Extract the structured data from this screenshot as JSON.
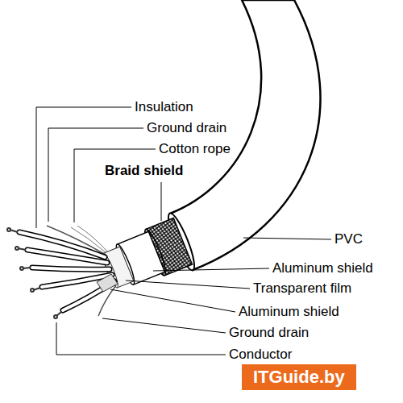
{
  "diagram": {
    "labels": [
      "Insulation",
      "Ground drain",
      "Cotton rope",
      "Braid shield",
      "PVC",
      "Aluminum shield",
      "Transparent film",
      "Aluminum shield",
      "Ground drain",
      "Conductor",
      "ITGuide.by"
    ]
  }
}
